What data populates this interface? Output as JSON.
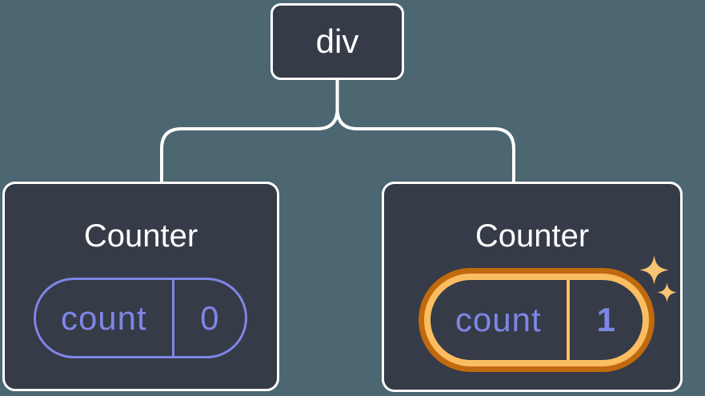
{
  "canvas": {
    "background": "#4C6771"
  },
  "root_node": {
    "label": "div"
  },
  "children": [
    {
      "title": "Counter",
      "state": {
        "key": "count",
        "value": "0"
      },
      "highlighted": false
    },
    {
      "title": "Counter",
      "state": {
        "key": "count",
        "value": "1"
      },
      "highlighted": true
    }
  ],
  "icons": {
    "sparkle_big": "sparkle-icon",
    "sparkle_small": "sparkle-icon"
  },
  "colors": {
    "background": "#4C6771",
    "card_background": "#363B48",
    "card_border": "#FFFFFF",
    "connector": "#FFFFFF",
    "state_accent": "#7E86E6",
    "highlight_ring_outer": "#C1690F",
    "highlight_ring_inner": "#FABE61",
    "sparkle": "#F7C471"
  }
}
